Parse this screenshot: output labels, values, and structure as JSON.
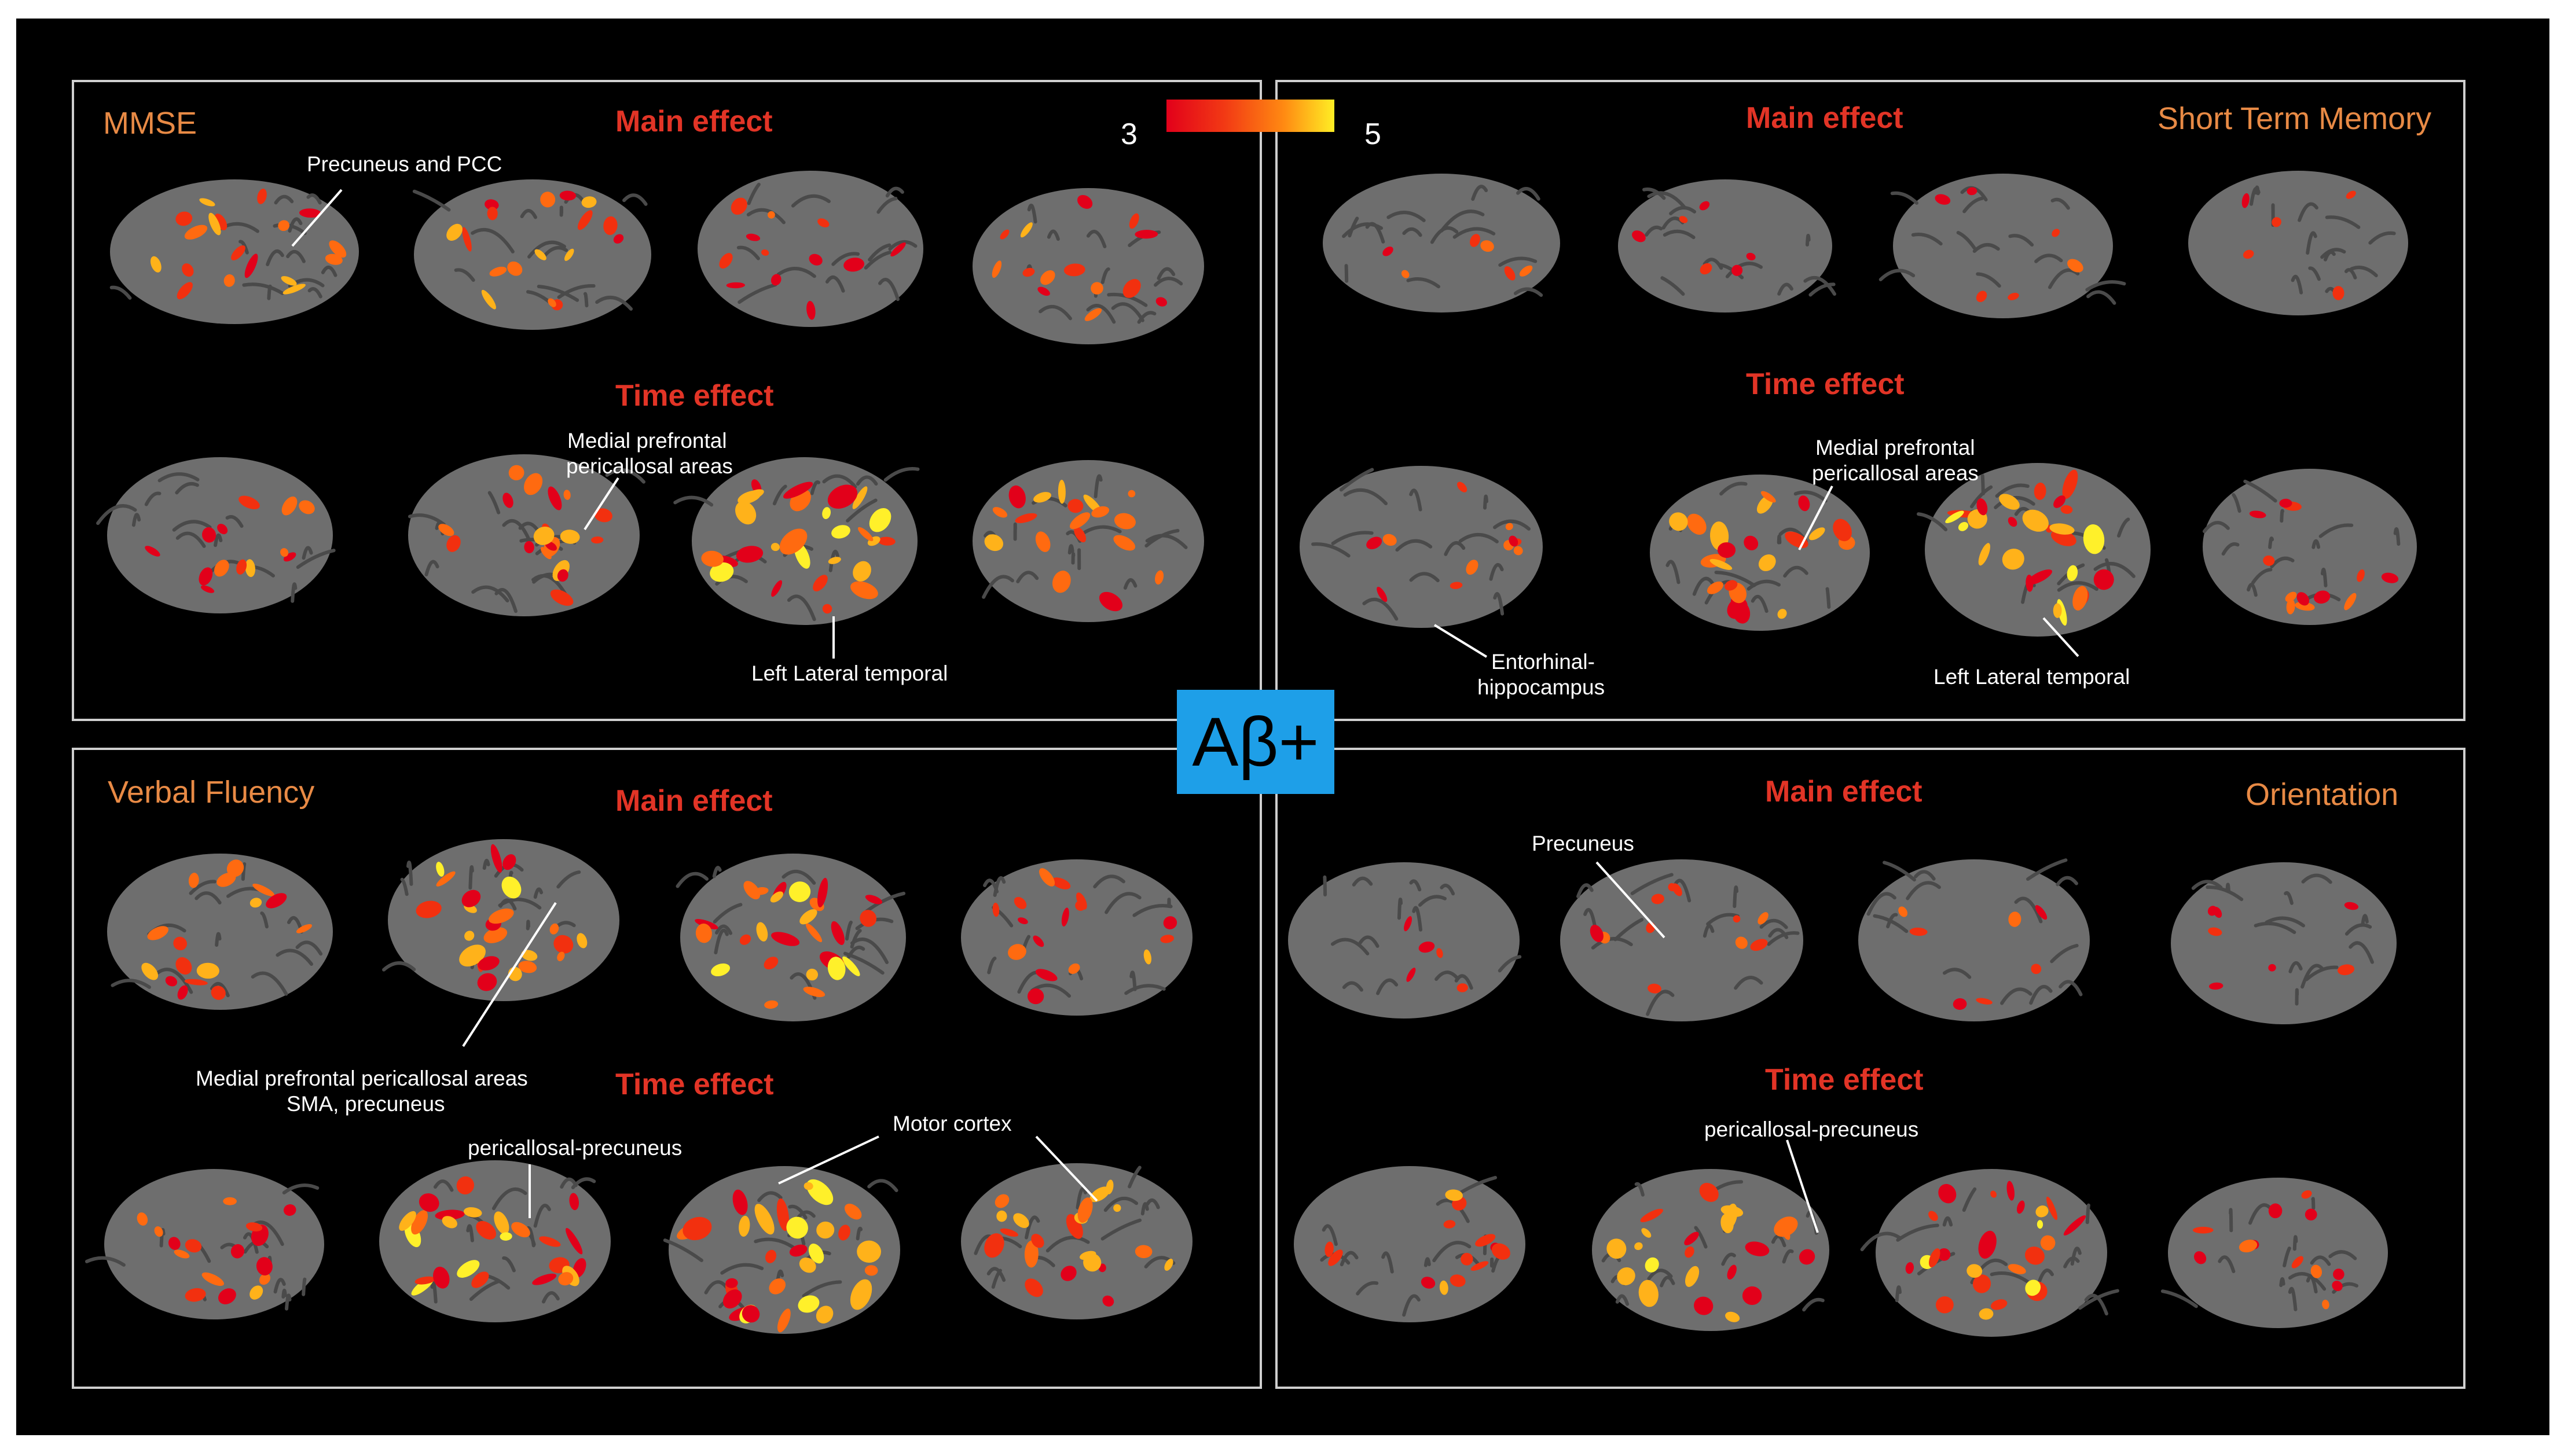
{
  "colorbar": {
    "min": "3",
    "max": "5",
    "colors": [
      "#e2001a",
      "#ff8a12",
      "#ffee24"
    ]
  },
  "center_badge": "Aβ+",
  "panels": {
    "mmse": {
      "title": "MMSE",
      "main": "Main effect",
      "time": "Time effect",
      "labels": {
        "precuneus_pcc": "Precuneus and PCC",
        "mpfc": [
          "Medial prefrontal",
          "pericallosal areas"
        ],
        "lateral_temporal": "Left Lateral temporal"
      }
    },
    "stm": {
      "title": "Short Term Memory",
      "main": "Main effect",
      "time": "Time effect",
      "labels": {
        "mpfc": [
          "Medial prefrontal",
          "pericallosal areas"
        ],
        "entorhinal": [
          "Entorhinal-",
          "hippocampus"
        ],
        "lateral_temporal": "Left Lateral temporal"
      }
    },
    "verbal": {
      "title": "Verbal Fluency",
      "main": "Main effect",
      "time": "Time effect",
      "labels": {
        "mpfc_sma": [
          "Medial prefrontal pericallosal areas",
          "SMA, precuneus"
        ],
        "pericallosal_precuneus": "pericallosal-precuneus",
        "motor": "Motor cortex"
      }
    },
    "orientation": {
      "title": "Orientation",
      "main": "Main effect",
      "time": "Time effect",
      "labels": {
        "precuneus": "Precuneus",
        "pericallosal_precuneus": "pericallosal-precuneus"
      }
    }
  },
  "colors": {
    "background": "#000000",
    "header": "#e23426",
    "title": "#e88a45",
    "badge": "#1e9fe8",
    "cortex": "#6e6e6e"
  }
}
